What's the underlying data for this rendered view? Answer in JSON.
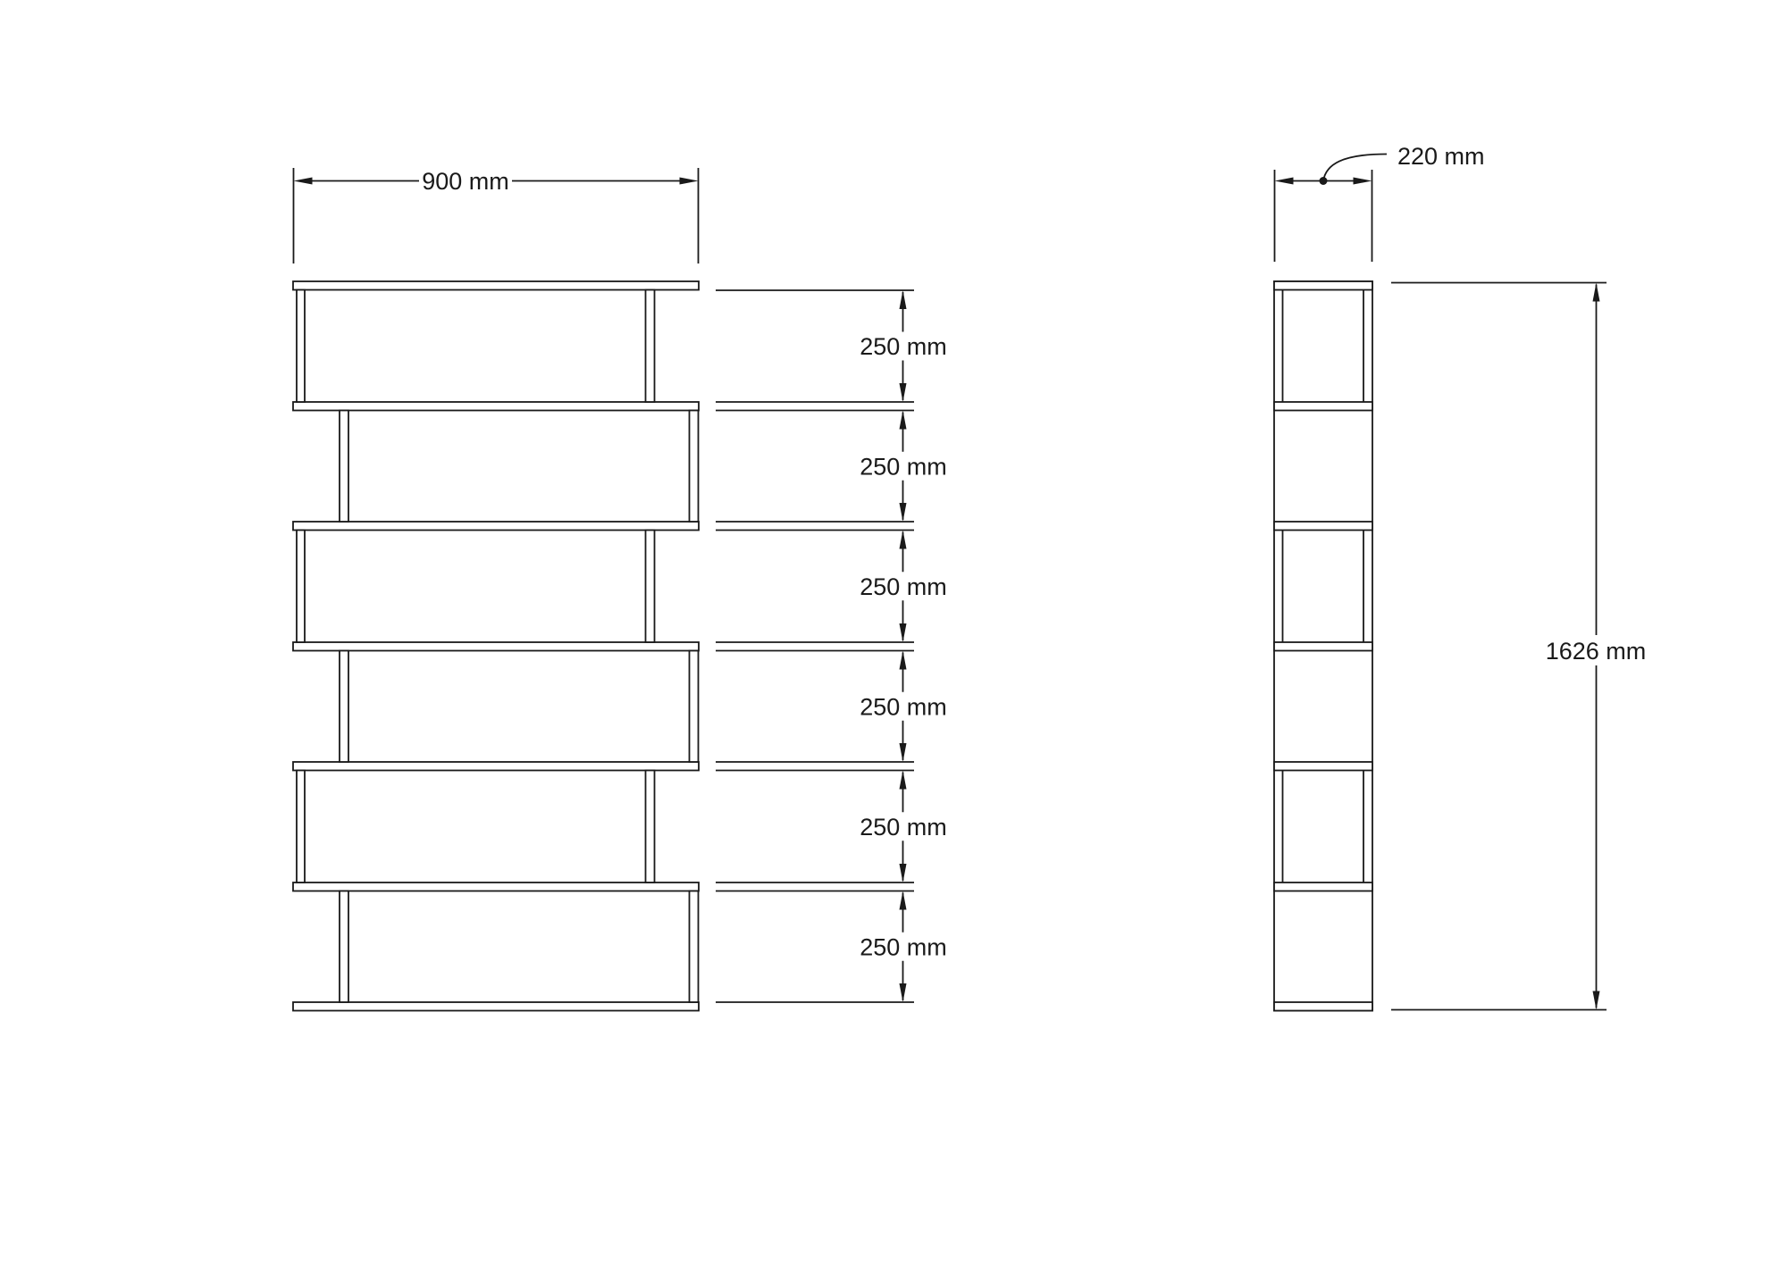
{
  "drawing": {
    "type": "furniture-dimension-drawing",
    "colors": {
      "line": "#1a1a1a",
      "background": "#ffffff"
    },
    "front_view": {
      "compartment_count": 6,
      "width_label": "900 mm",
      "spacing_labels": [
        "250 mm",
        "250 mm",
        "250 mm",
        "250 mm",
        "250 mm",
        "250 mm"
      ]
    },
    "side_view": {
      "depth_label": "220 mm",
      "height_label": "1626 mm"
    }
  }
}
